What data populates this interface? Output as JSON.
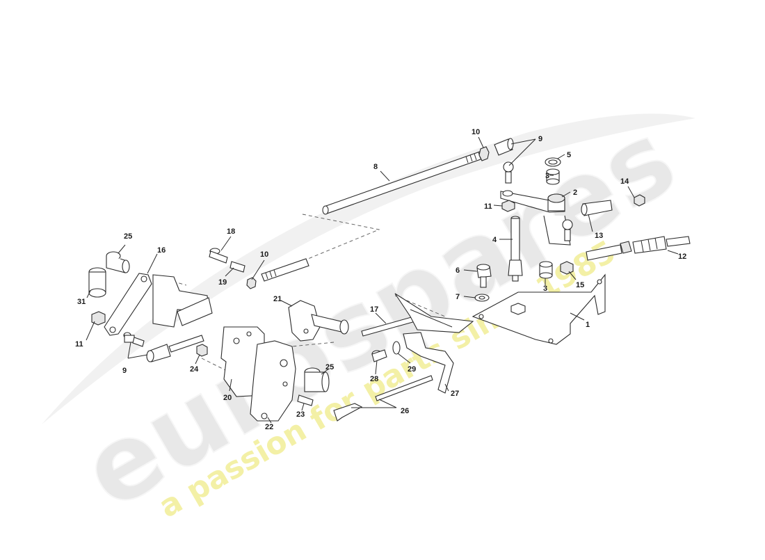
{
  "watermark": {
    "brand": "eurospares",
    "tagline": "a passion for parts since 1985",
    "brand_color": "#e8e8e8",
    "tagline_color": "#f3f0a6"
  },
  "callouts": {
    "c1": "1",
    "c2": "2",
    "c3a": "3",
    "c3b": "3",
    "c4": "4",
    "c5": "5",
    "c6": "6",
    "c7": "7",
    "c8": "8",
    "c9a": "9",
    "c9b": "9",
    "c10a": "10",
    "c10b": "10",
    "c11a": "11",
    "c11b": "11",
    "c12": "12",
    "c13": "13",
    "c14": "14",
    "c15": "15",
    "c16": "16",
    "c17": "17",
    "c18": "18",
    "c19": "19",
    "c20": "20",
    "c21": "21",
    "c22": "22",
    "c23": "23",
    "c24": "24",
    "c25a": "25",
    "c25b": "25",
    "c26": "26",
    "c27": "27",
    "c28": "28",
    "c29": "29",
    "c31": "31"
  }
}
